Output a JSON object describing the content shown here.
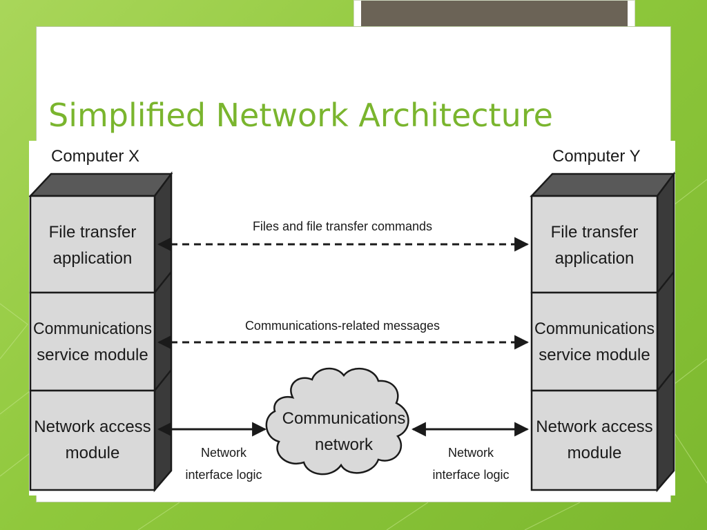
{
  "slide": {
    "title": "Simplified Network Architecture"
  },
  "diagram": {
    "computer_x": {
      "label": "Computer X",
      "modules": [
        {
          "line1": "File transfer",
          "line2": "application"
        },
        {
          "line1": "Communications",
          "line2": "service module"
        },
        {
          "line1": "Network access",
          "line2": "module"
        }
      ]
    },
    "computer_y": {
      "label": "Computer Y",
      "modules": [
        {
          "line1": "File transfer",
          "line2": "application"
        },
        {
          "line1": "Communications",
          "line2": "service module"
        },
        {
          "line1": "Network access",
          "line2": "module"
        }
      ]
    },
    "links": {
      "file_transfer": "Files and file transfer commands",
      "communications": "Communications-related messages"
    },
    "network": {
      "line1": "Communications",
      "line2": "network"
    },
    "interface_left": {
      "line1": "Network",
      "line2": "interface logic"
    },
    "interface_right": {
      "line1": "Network",
      "line2": "interface logic"
    }
  },
  "colors": {
    "background": "#8fc83c",
    "title": "#7ab52e",
    "module_face": "#d9d9d9",
    "module_top": "#595959",
    "module_side": "#3a3a3a",
    "cloud": "#d9d9d9"
  }
}
